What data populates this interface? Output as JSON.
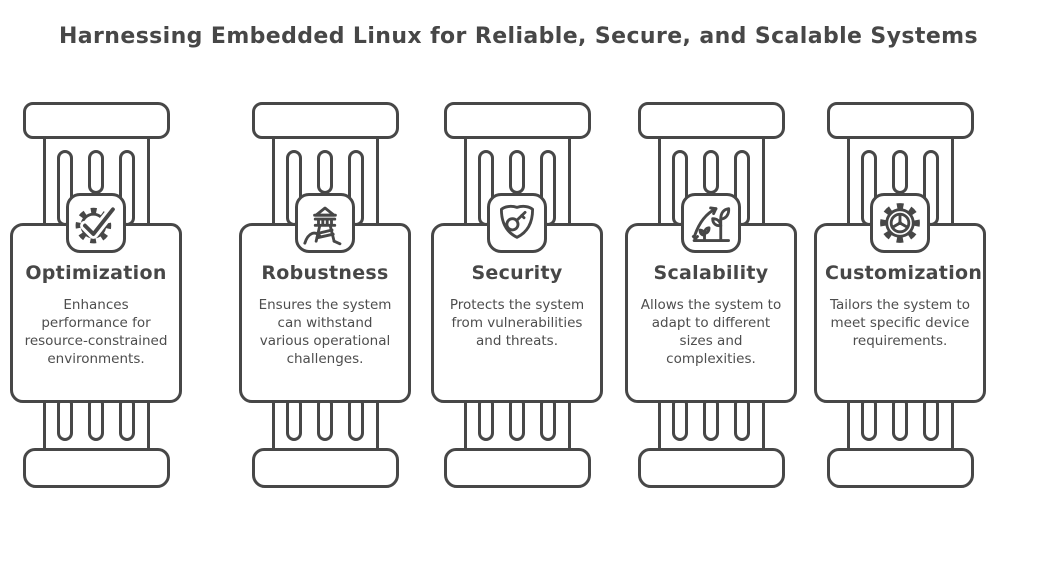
{
  "title": "Harnessing Embedded Linux for Reliable, Secure, and Scalable Systems",
  "colors": {
    "stroke": "#474747",
    "title_text": "#474747",
    "body_text": "#4d4d4d",
    "background": "#ffffff"
  },
  "pillars": [
    {
      "icon": "lighthouse-temple-icon",
      "title": "Robustness",
      "description": "Ensures the system can withstand various operational challenges."
    },
    {
      "icon": "shield-key-icon",
      "title": "Security",
      "description": "Protects the system from vulnerabilities and threats."
    },
    {
      "icon": "growth-plant-arrow-icon",
      "title": "Scalability",
      "description": "Allows the system to adapt to different sizes and complexities."
    },
    {
      "icon": "gear-wheel-icon",
      "title": "Customization",
      "description": "Tailors the system to meet specific device requirements."
    },
    {
      "icon": "gear-checkmark-icon",
      "title": "Optimization",
      "description": "Enhances performance for resource-constrained environments."
    }
  ]
}
